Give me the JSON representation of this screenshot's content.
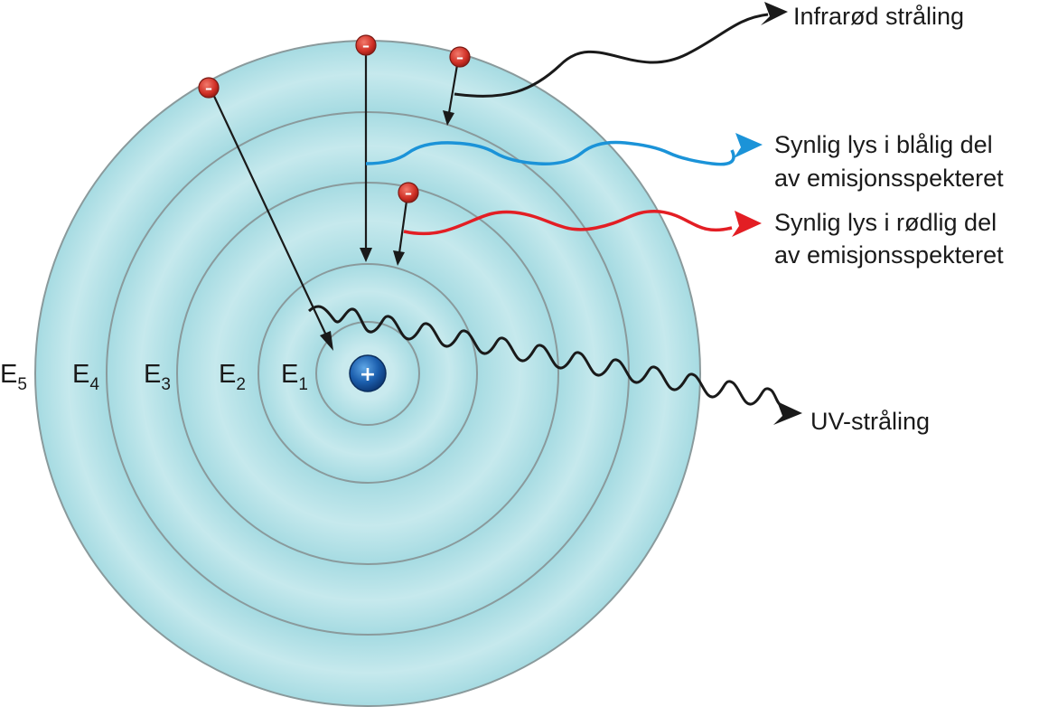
{
  "shells": [
    {
      "letter": "E",
      "sub": "1"
    },
    {
      "letter": "E",
      "sub": "2"
    },
    {
      "letter": "E",
      "sub": "3"
    },
    {
      "letter": "E",
      "sub": "4"
    },
    {
      "letter": "E",
      "sub": "5"
    }
  ],
  "nucleus": {
    "sign": "+"
  },
  "electron": {
    "sign": "–"
  },
  "radiation": {
    "infrared": {
      "label": "Infrarød stråling",
      "color": "#1a1a1a"
    },
    "blue": {
      "line1": "Synlig lys i blålig del",
      "line2": "av emisjonsspekteret",
      "color": "#1b93d8"
    },
    "red": {
      "line1": "Synlig lys i rødlig del",
      "line2": "av emisjonsspekteret",
      "color": "#e31e24"
    },
    "uv": {
      "label": "UV-stråling",
      "color": "#1a1a1a"
    }
  },
  "colors": {
    "shell_fill": "#a9dde3",
    "shell_fill_light": "#d6eff2",
    "shell_stroke": "#8a9a9c",
    "nucleus": "#1a5aa6",
    "electron": "#d23a2e"
  }
}
